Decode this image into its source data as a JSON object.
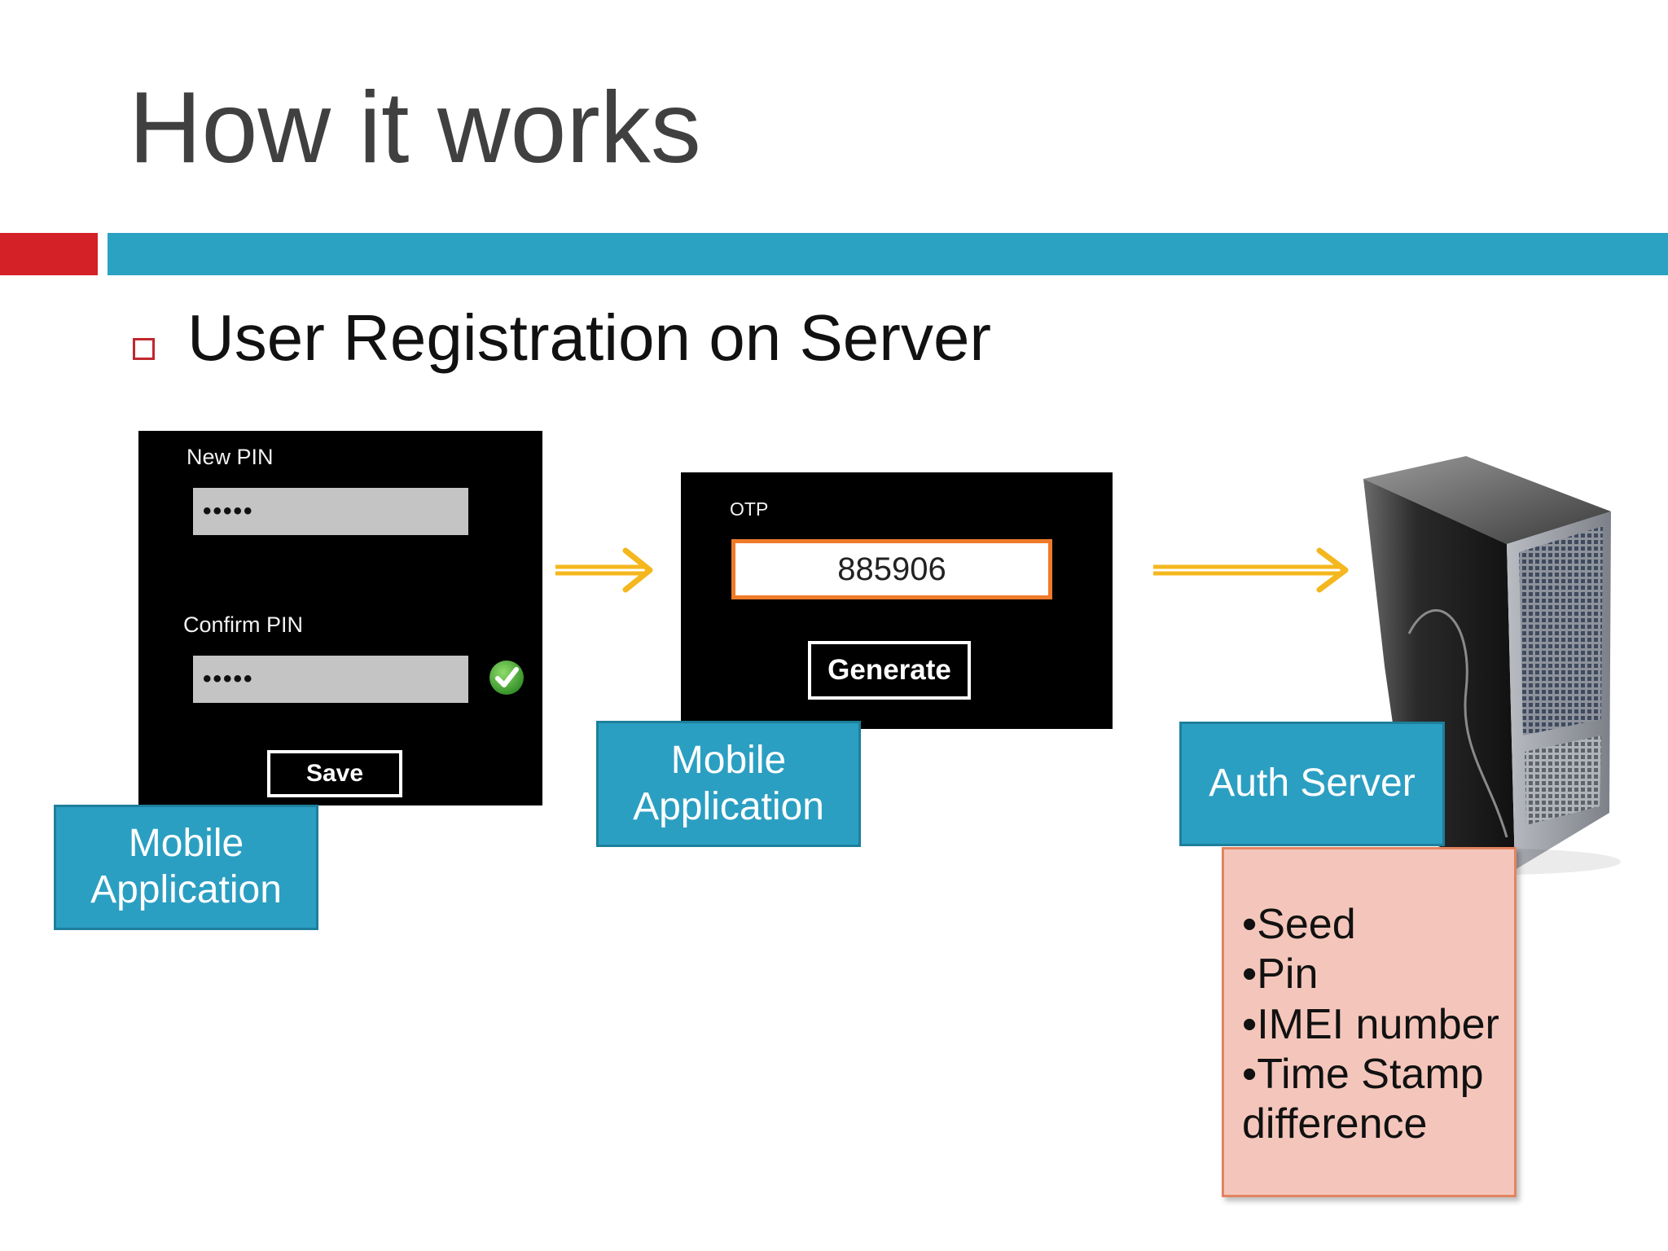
{
  "title": "How it works",
  "colors": {
    "accent_red": "#d42127",
    "accent_teal": "#2ca2c3",
    "tag_blue": "#2b9fc2",
    "info_bg": "#f4c6bb",
    "arrow": "#f4b71e"
  },
  "bullet": {
    "text": "User Registration on Server"
  },
  "screen1": {
    "new_pin_label": "New PIN",
    "new_pin_value": "•••••",
    "confirm_pin_label": "Confirm PIN",
    "confirm_pin_value": "•••••",
    "save_label": "Save"
  },
  "screen2": {
    "otp_label": "OTP",
    "otp_value": "885906",
    "generate_label": "Generate"
  },
  "tags": {
    "mobile_app_1": {
      "line1": "Mobile",
      "line2": "Application"
    },
    "mobile_app_2": {
      "line1": "Mobile",
      "line2": "Application"
    },
    "auth_server": "Auth Server"
  },
  "server_info": {
    "items": [
      "•Seed",
      "•Pin",
      "•IMEI number",
      "•Time Stamp",
      "difference"
    ]
  },
  "icons": [
    "check-icon",
    "arrow-right-icon",
    "server-tower-icon"
  ]
}
